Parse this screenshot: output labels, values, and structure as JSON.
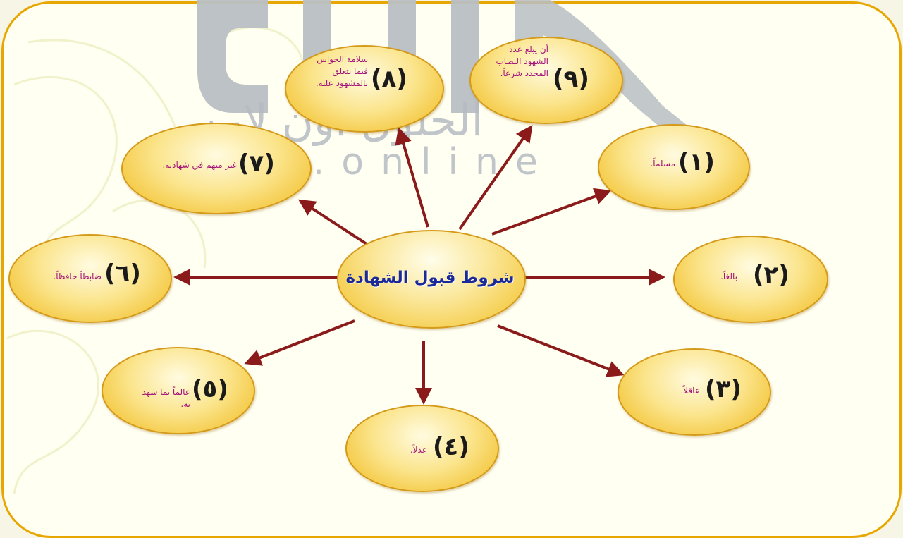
{
  "watermark": {
    "arabic": "الحلول اون لاين",
    "latin": "hulul.online"
  },
  "center": {
    "title": "شروط قبول الشهادة"
  },
  "conditions": [
    {
      "num": "(١)",
      "text": "مسلماً."
    },
    {
      "num": "(٢)",
      "text": "بالغاً."
    },
    {
      "num": "(٣)",
      "text": "عاقلاً."
    },
    {
      "num": "(٤)",
      "text": "عدلاً."
    },
    {
      "num": "(٥)",
      "text": "عالماً بما شهد به."
    },
    {
      "num": "(٦)",
      "text": "ضابطاً حافظاً."
    },
    {
      "num": "(٧)",
      "text": "غير متهم في شهادته."
    },
    {
      "num": "(٨)",
      "text": "سلامة الحواس فيما يتعلق بالمشهود عليه."
    },
    {
      "num": "(٩)",
      "text": "أن يبلغ عدد الشهود النصاب المحدد شرعاً."
    }
  ],
  "colors": {
    "arrow": "#8b1a1a",
    "frame": "#e8a600",
    "title": "#1a2a9a",
    "condition_text": "#a3127a",
    "watermark": "#b6bcc2"
  }
}
